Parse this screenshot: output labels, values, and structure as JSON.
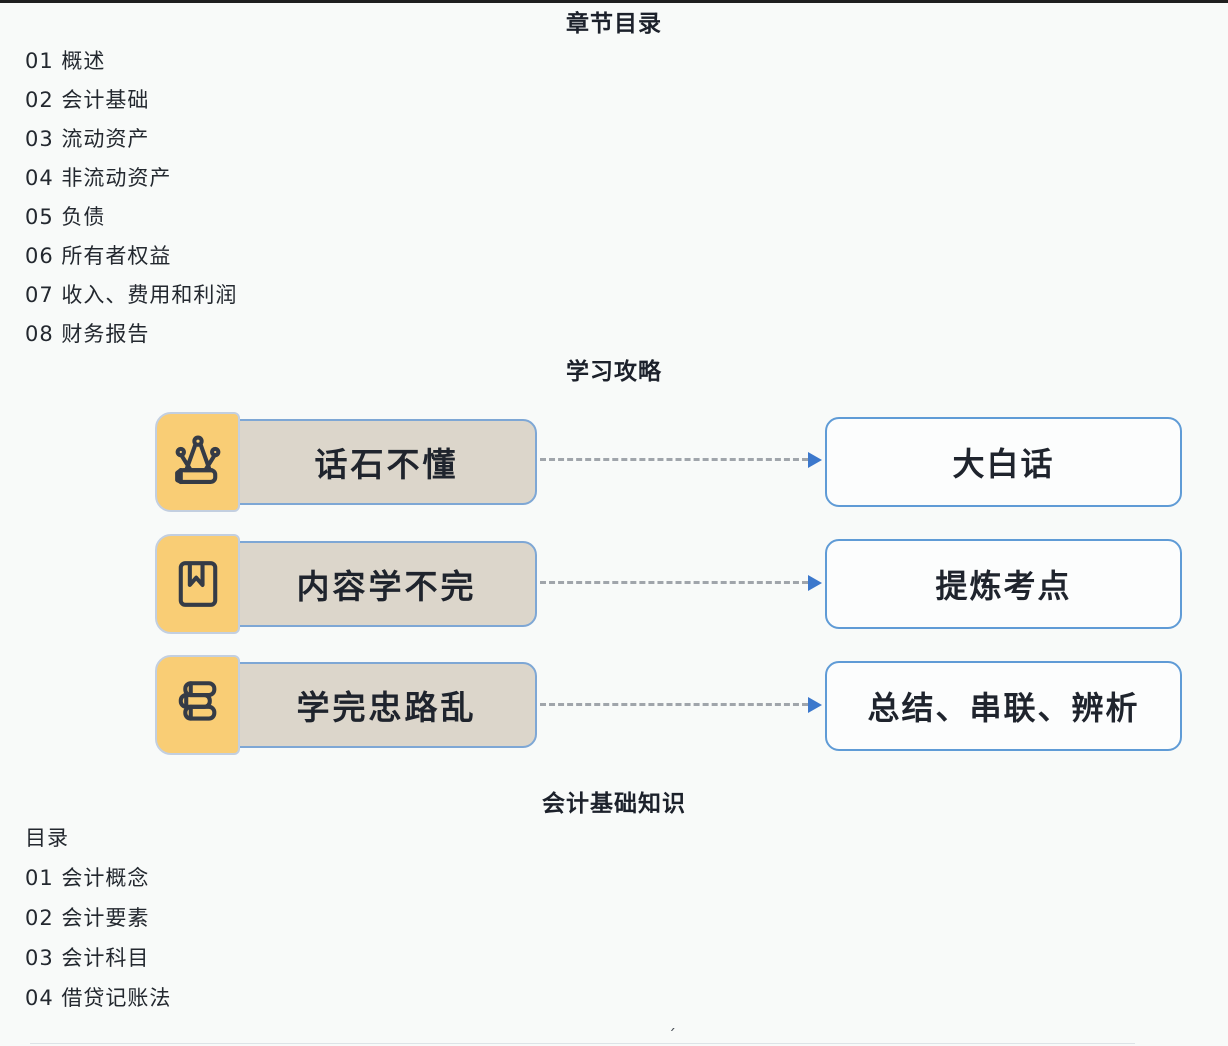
{
  "titles": {
    "chapter_directory": "章节目录",
    "study_strategy": "学习攻略",
    "accounting_basics": "会计基础知识"
  },
  "chapters": [
    "01 概述",
    "02 会计基础",
    "03 流动资产",
    "04 非流动资产",
    "05 负债",
    "06 所有者权益",
    "07 收入、费用和利润",
    "08 财务报告"
  ],
  "strategy": {
    "rows": [
      {
        "icon": "crown-book-icon",
        "problem": "话石不懂",
        "solution": "大白话"
      },
      {
        "icon": "book-bookmark-icon",
        "problem": "内容学不完",
        "solution": "提炼考点"
      },
      {
        "icon": "stacked-books-icon",
        "problem": "学完忠路乱",
        "solution": "总结、串联、辨析"
      }
    ]
  },
  "basics": {
    "toc_label": "目录",
    "items": [
      "01 会计概念",
      "02 会计要素",
      "03 会计科目",
      "04 借贷记账法"
    ]
  },
  "footer": {
    "accent_mark": "´"
  },
  "colors": {
    "background": "#f8faf9",
    "top_bar": "#1f1f1f",
    "tile_yellow": "#f9cd75",
    "panel_gray": "#dcd6cb",
    "box_border_blue": "#5f9bd6",
    "arrow_blue": "#3c78cc",
    "dash_gray": "#a0a5ab",
    "text_dark": "#22262e"
  }
}
